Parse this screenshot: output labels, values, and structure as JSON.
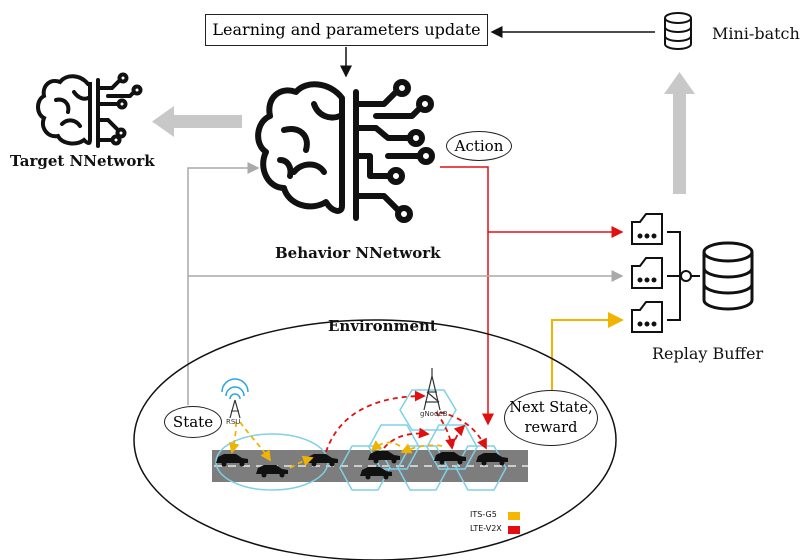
{
  "labels": {
    "update": "Learning and parameters update",
    "minibatch": "Mini-batch",
    "target": "Target NNetwork",
    "behavior": "Behavior NNetwork",
    "action": "Action",
    "replay": "Replay Buffer",
    "environment": "Environment",
    "state": "State",
    "next_state_1": "Next State,",
    "next_state_2": "reward",
    "rsu": "RSU",
    "gnodeb": "gNodeB"
  },
  "legend": [
    {
      "label": "ITS-G5",
      "color": "#f5b800"
    },
    {
      "label": "LTE-V2X",
      "color": "#e01010"
    }
  ],
  "colors": {
    "action_arrow": "#e01010",
    "reward_arrow": "#f0b400",
    "state_arrow": "#a9a9a9",
    "big_arrow": "#c8c8c8",
    "cell": "#7fd0e8"
  }
}
